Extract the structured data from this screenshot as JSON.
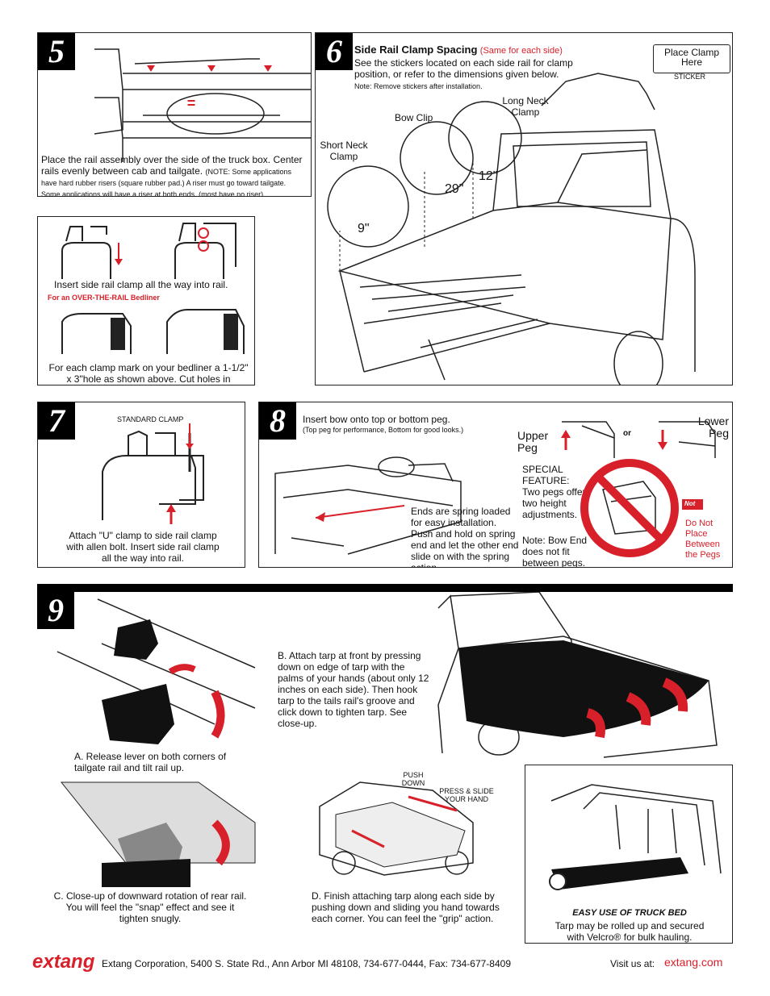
{
  "step5": {
    "number": "5",
    "equals": "=",
    "main_text": "Place the rail assembly over the side of the truck box. Center rails evenly between cab and tailgate.",
    "note_text": "(NOTE: Some applications have hard rubber risers (square rubber pad.) A riser must go toward tailgate. Some applications will have a riser at both ends, (most have no riser).",
    "insert_text": "Insert side rail clamp all the way into rail.",
    "bedliner_heading": "For an OVER-THE-RAIL Bedliner",
    "bedliner_text": "For each clamp mark on your bedliner a 1-1/2\" x 3\"hole as shown above. Cut holes in bedliner."
  },
  "step6": {
    "number": "6",
    "title": "Side Rail Clamp Spacing",
    "title_note": "(Same for each side)",
    "body": "See the stickers located on each side rail for clamp position, or refer to the dimensions given below.",
    "note": "Note: Remove stickers after installation.",
    "sticker_label": "Place Clamp Here",
    "sticker_caption": "STICKER",
    "long_neck": "Long Neck Clamp",
    "bow_clip": "Bow Clip",
    "short_neck": "Short Neck Clamp",
    "dim_12": "12\"",
    "dim_29": "29\"",
    "dim_9": "9\""
  },
  "step7": {
    "number": "7",
    "standard_clamp": "STANDARD CLAMP",
    "text": "Attach \"U\" clamp to side rail clamp with allen bolt. Insert side rail clamp all the way into rail."
  },
  "step8": {
    "number": "8",
    "title": "Insert bow onto top or bottom peg.",
    "subtitle": "(Top peg for performance, Bottom for good looks.)",
    "upper_peg": "Upper Peg",
    "or": "or",
    "lower_peg": "Lower Peg",
    "spring_text": "Ends are spring loaded for easy installation. Push and hold on spring end and let the other end slide on with the spring action.",
    "special": "SPECIAL FEATURE: Two pegs offer two height adjustments.",
    "note": "Note: Bow End does not fit between pegs.",
    "not_badge": "Not",
    "do_not": "Do Not Place Between the Pegs"
  },
  "step9": {
    "number": "9",
    "a_text": "A. Release lever on both corners of tailgate rail and tilt rail up.",
    "b_text": "B. Attach tarp at front by pressing down on edge of tarp with the palms of your hands (about only 12 inches on each side). Then hook tarp to the tails rail's groove and click down to tighten tarp. See close-up.",
    "c_text": "C. Close-up of downward rotation of rear rail. You will feel the \"snap\" effect and see it tighten snugly.",
    "push_down": "PUSH DOWN",
    "press_slide": "PRESS & SLIDE YOUR HAND",
    "d_text": "D. Finish attaching tarp along each side by pushing down and sliding you hand towards each corner. You can feel the \"grip\" action.",
    "easy_heading": "EASY USE OF TRUCK BED",
    "easy_text": "Tarp may be rolled up and secured with Velcro® for bulk hauling."
  },
  "footer": {
    "logo": "extang",
    "address": "Extang Corporation, 5400 S. State Rd., Ann Arbor  MI  48108, 734-677-0444, Fax: 734-677-8409",
    "visit": "Visit us at:",
    "url": "extang.com"
  },
  "colors": {
    "accent": "#d8202a",
    "ink": "#111111"
  }
}
